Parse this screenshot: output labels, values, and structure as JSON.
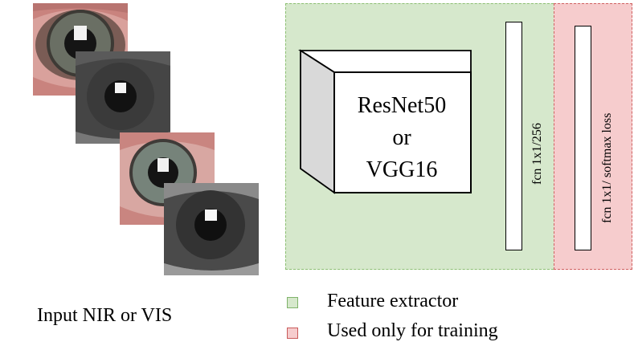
{
  "input": {
    "caption": "Input NIR or VIS"
  },
  "network": {
    "backbone_line1": "ResNet50",
    "backbone_line2": "or",
    "backbone_line3": "VGG16",
    "fcn1_label": "fcn 1x1/256",
    "fcn2_label": "fcn 1x1/ softmax loss"
  },
  "legend": {
    "feature": "Feature extractor",
    "training": "Used only for training"
  },
  "colors": {
    "feature_fill": "#d6e8cc",
    "feature_border": "#8cbf72",
    "training_fill": "#f6cccd",
    "training_border": "#d06060"
  }
}
